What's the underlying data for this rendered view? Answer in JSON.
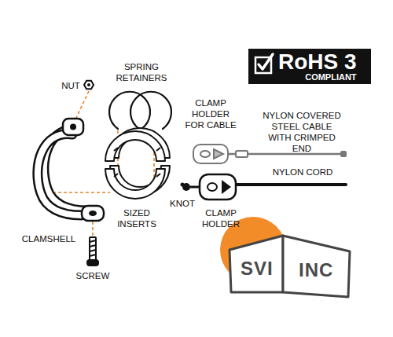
{
  "diagram": {
    "nodes": [
      {
        "text": [
          "RoHS 3",
          "COMPLIANT"
        ]
      },
      {
        "text": [
          "SVI"
        ]
      },
      {
        "text": [
          "INC"
        ]
      }
    ],
    "labels": [
      "SPRING RETAINERS",
      "NUT",
      "CLAMP HOLDER FOR CABLE",
      "NYLON COVERED STEEL CABLE WITH CRIMPED END",
      "NYLON CORD",
      "KNOT",
      "CLAMP HOLDER",
      "SIZED INSERTS",
      "CLAMSHELL",
      "SCREW"
    ]
  }
}
